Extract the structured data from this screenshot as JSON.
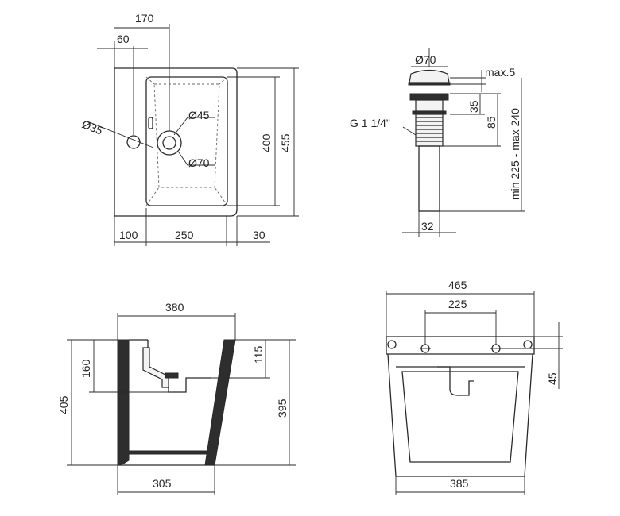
{
  "top_view": {
    "dim_width_170": "170",
    "dim_offset_60": "60",
    "dim_hole_35": "Ø35",
    "dim_drain_45": "Ø45",
    "dim_drain_70": "Ø70",
    "dim_inner_400": "400",
    "dim_outer_455": "455",
    "dim_left_100": "100",
    "dim_mid_250": "250",
    "dim_right_30": "30"
  },
  "drain_view": {
    "dim_cap_70": "Ø70",
    "dim_max5": "max.5",
    "dim_thread": "G 1 1/4\"",
    "dim_35": "35",
    "dim_85": "85",
    "dim_range": "min 225 - max 240",
    "dim_pipe_32": "32"
  },
  "side_view": {
    "dim_top_380": "380",
    "dim_160": "160",
    "dim_405": "405",
    "dim_115": "115",
    "dim_395": "395",
    "dim_bottom_305": "305"
  },
  "front_view": {
    "dim_top_465": "465",
    "dim_holes_225": "225",
    "dim_45": "45",
    "dim_bottom_385": "385"
  }
}
